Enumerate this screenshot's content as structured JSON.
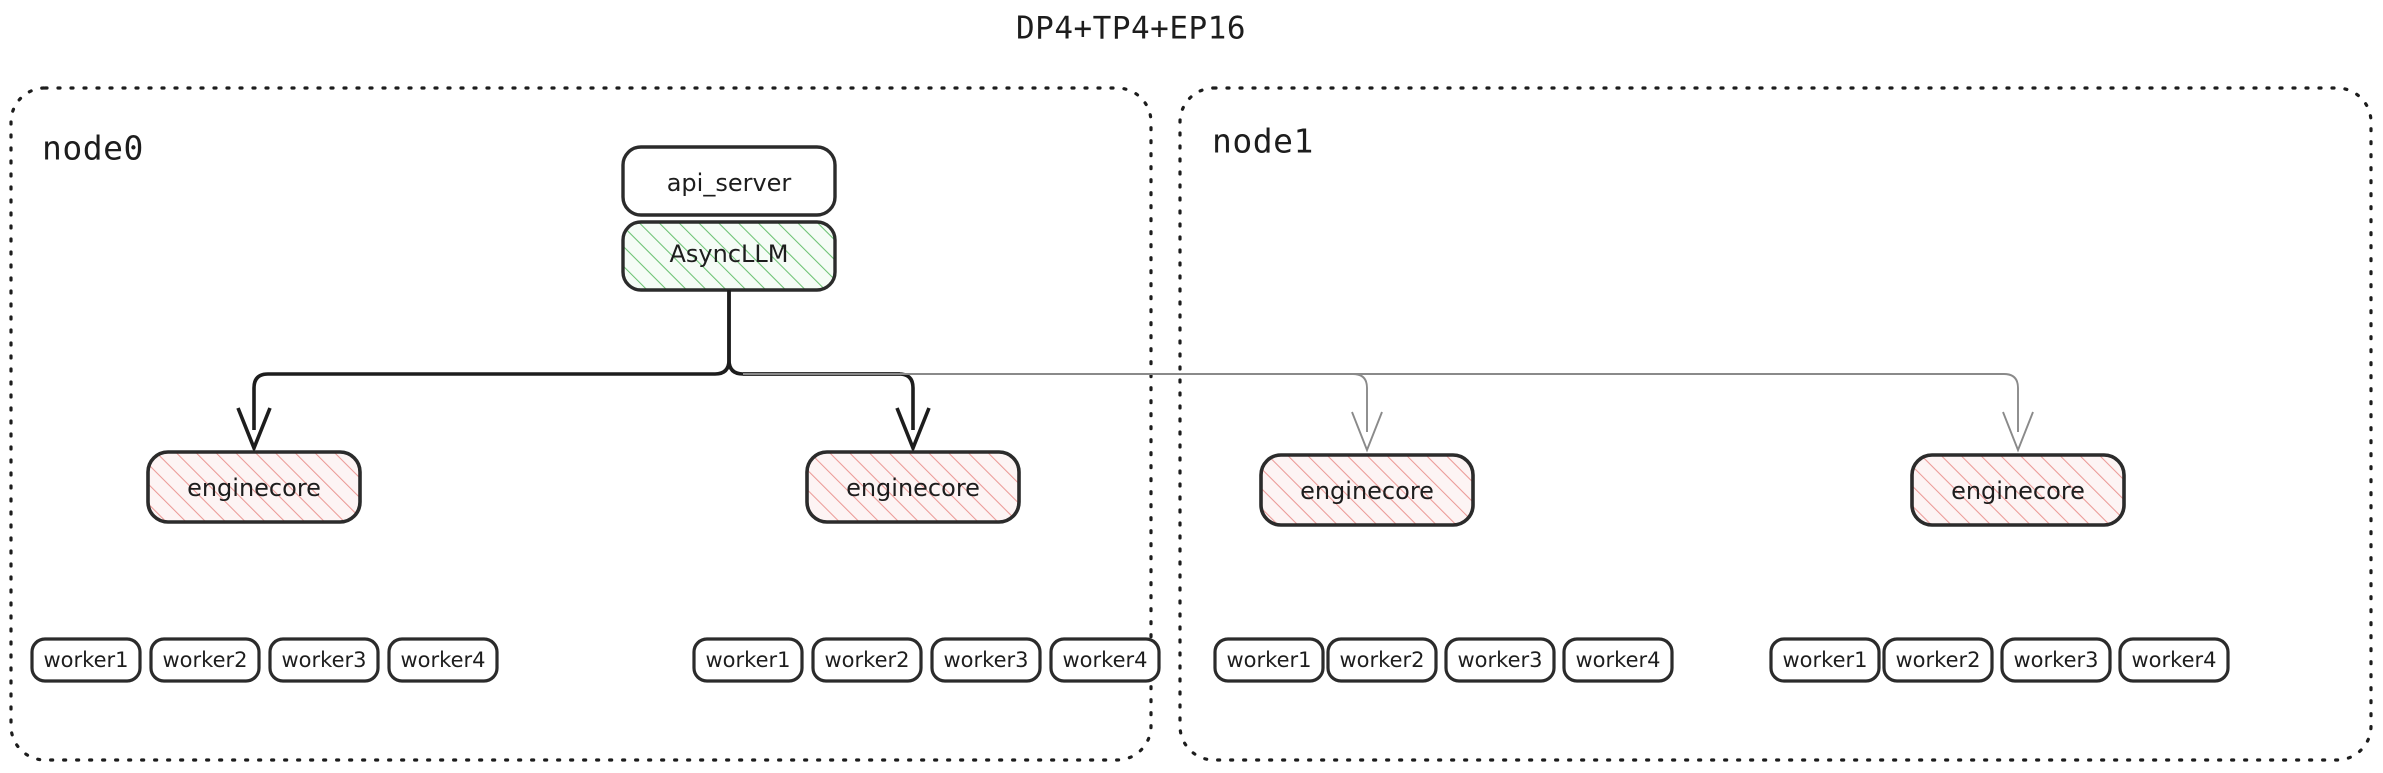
{
  "title": "DP4+TP4+EP16",
  "colors": {
    "stroke": "#1d1d1d",
    "box_border": "#2b2b2b",
    "green_hatch": "#5cb85c",
    "green_fill": "#f3fbf4",
    "pink_hatch": "#e8918e",
    "pink_fill": "#fdf3f3",
    "remote_edge": "#8a8a8a",
    "background": "#ffffff"
  },
  "nodes": [
    {
      "id": "node0",
      "label": "node0",
      "engines": [
        {
          "label": "enginecore",
          "workers": [
            {
              "label": "worker1"
            },
            {
              "label": "worker2"
            },
            {
              "label": "worker3"
            },
            {
              "label": "worker4"
            }
          ]
        },
        {
          "label": "enginecore",
          "workers": [
            {
              "label": "worker1"
            },
            {
              "label": "worker2"
            },
            {
              "label": "worker3"
            },
            {
              "label": "worker4"
            }
          ]
        }
      ]
    },
    {
      "id": "node1",
      "label": "node1",
      "engines": [
        {
          "label": "enginecore",
          "workers": [
            {
              "label": "worker1"
            },
            {
              "label": "worker2"
            },
            {
              "label": "worker3"
            },
            {
              "label": "worker4"
            }
          ]
        },
        {
          "label": "enginecore",
          "workers": [
            {
              "label": "worker1"
            },
            {
              "label": "worker2"
            },
            {
              "label": "worker3"
            },
            {
              "label": "worker4"
            }
          ]
        }
      ]
    }
  ],
  "frontend": {
    "api_server": "api_server",
    "async_llm": "AsyncLLM"
  }
}
